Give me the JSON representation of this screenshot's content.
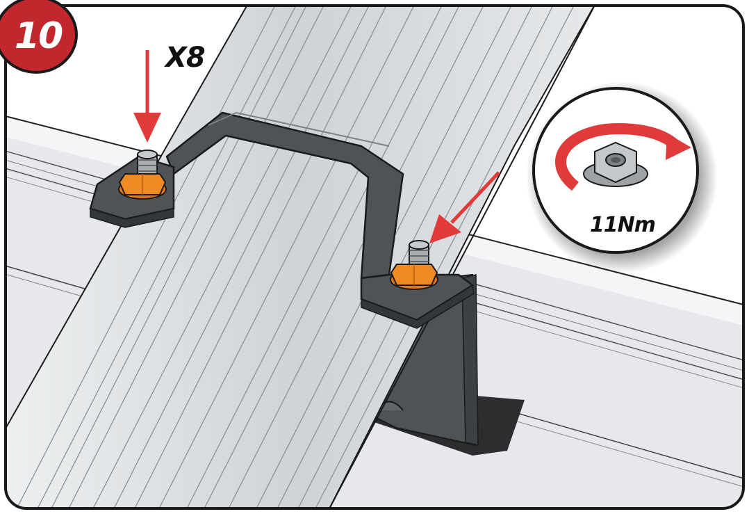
{
  "step": {
    "number": "10"
  },
  "quantity_label": "X8",
  "torque_label": "11Nm",
  "colors": {
    "badge_red": "#c1272d",
    "arrow_red": "#e03a3a",
    "nut_orange": "#f08a24",
    "bracket_gray": "#4d5356",
    "rail_light": "#e4e6e9",
    "bar_silver": "#d7dadc"
  },
  "icons": [
    "down-arrow-icon",
    "diagonal-arrow-icon",
    "rotation-arrow-icon",
    "flange-nut-icon",
    "bolt-icon"
  ]
}
